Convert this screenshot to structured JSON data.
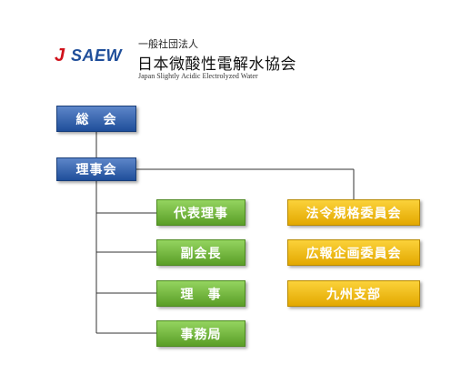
{
  "header": {
    "logo_j": "J",
    "logo_text": "SAEW",
    "org_small": "一般社団法人",
    "org_name": "日本微酸性電解水協会",
    "org_en": "Japan Slightly Acidic Electrolyzed Water"
  },
  "diagram": {
    "general_meeting": "総　会",
    "board": "理事会",
    "board_members": [
      "代表理事",
      "副会長",
      "理　事",
      "事務局"
    ],
    "committees": [
      "法令規格委員会",
      "広報企画委員会",
      "九州支部"
    ]
  },
  "colors": {
    "blue": "#1f4e9a",
    "green": "#5a9e27",
    "gold": "#e3a800",
    "logo_red": "#d0121b"
  }
}
